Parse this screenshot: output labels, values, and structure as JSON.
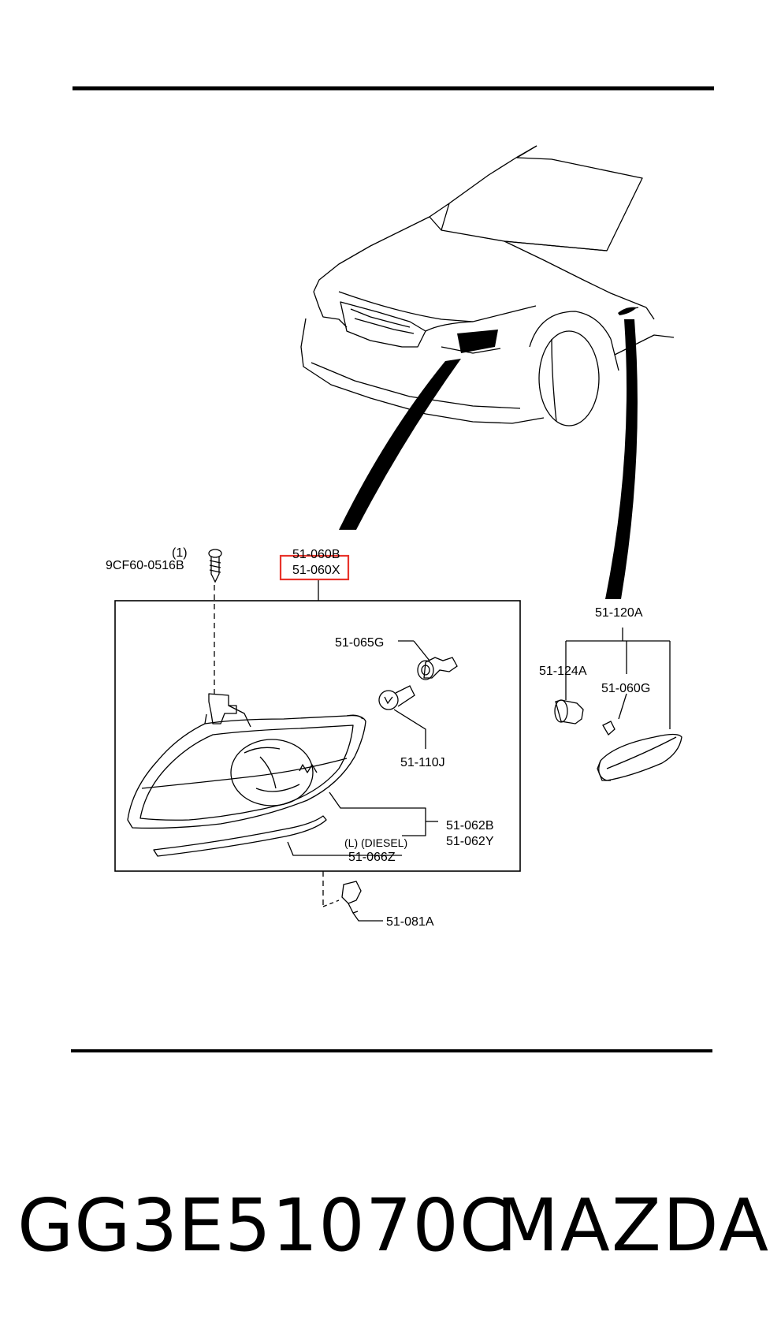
{
  "callouts": {
    "screw_qty": "(1)",
    "screw": "9CF60-0516B",
    "lamp_assy_r": "51-060B",
    "lamp_assy_l": "51-060X",
    "socket": "51-065G",
    "bulb": "51-110J",
    "gasket_r": "51-062B",
    "gasket_l": "51-062Y",
    "diesel_note": "(L) (DIESEL)",
    "trim": "51-066Z",
    "clip": "51-081A",
    "side_lamp_assy": "51-120A",
    "side_socket": "51-124A",
    "side_bulb": "51-060G"
  },
  "highlight_color": "#e8332a",
  "footer": {
    "part_number": "GG3E51070C",
    "brand": "MAZDA"
  }
}
